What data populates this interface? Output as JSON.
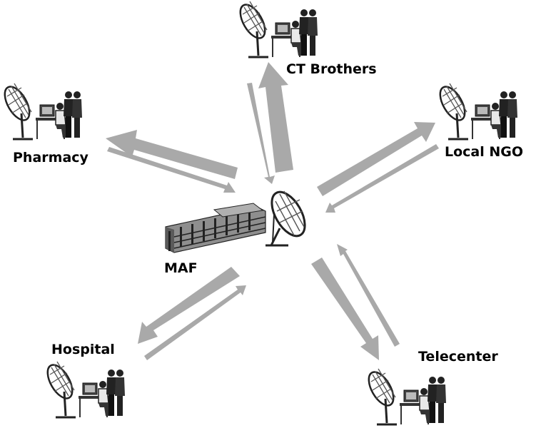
{
  "hub": {
    "label": "MAF"
  },
  "nodes": [
    {
      "id": "ct-brothers",
      "label": "CT Brothers"
    },
    {
      "id": "pharmacy",
      "label": "Pharmacy"
    },
    {
      "id": "local-ngo",
      "label": "Local NGO"
    },
    {
      "id": "hospital",
      "label": "Hospital"
    },
    {
      "id": "telecenter",
      "label": "Telecenter"
    }
  ],
  "colors": {
    "arrow": "#a9a9a9",
    "ink": "#1e1e1e",
    "dish": "#3a3a3a",
    "building": "#9a9a9a",
    "background": "#ffffff"
  },
  "icons": {
    "workstation": "satellite-dish-workstation-icon",
    "hub_building": "building-icon",
    "hub_dish": "satellite-dish-icon"
  }
}
